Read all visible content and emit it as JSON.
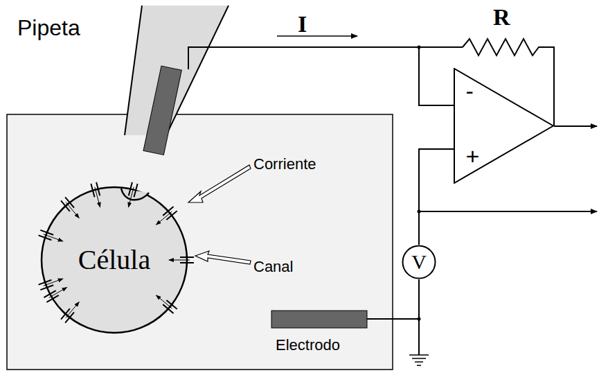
{
  "diagram": {
    "nodes": [
      {
        "text": [
          "Célula"
        ]
      },
      {
        "text": [
          "-",
          "+"
        ]
      },
      {
        "text": [
          "V"
        ]
      }
    ],
    "edges": [
      {
        "from": 1,
        "to": 2,
        "arrow": "none"
      }
    ],
    "labels": [
      "Pipeta",
      "I",
      "R",
      "Corriente",
      "Canal",
      "Electrodo"
    ]
  }
}
